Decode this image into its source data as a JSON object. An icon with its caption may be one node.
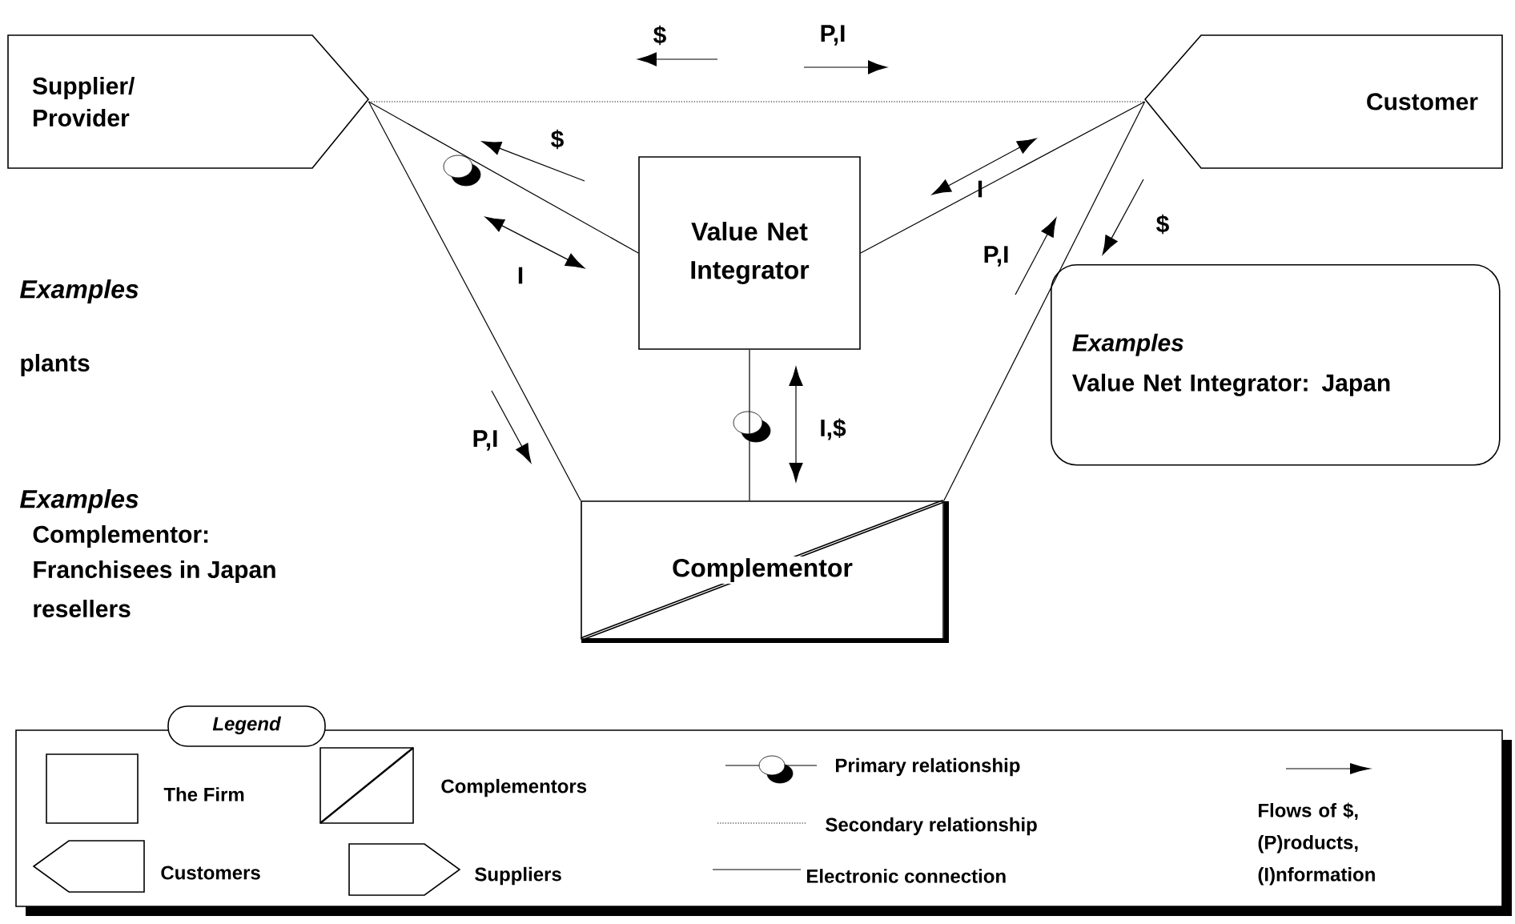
{
  "diagram": {
    "nodes": [
      {
        "text": [
          "Supplier/ Provider"
        ]
      },
      {
        "text": [
          "Customer"
        ]
      },
      {
        "text": [
          "Value Net Integrator"
        ]
      },
      {
        "text": [
          "Complementor"
        ]
      },
      {
        "text": [
          "Examples",
          "Value Net Integrator: Japan"
        ]
      }
    ],
    "edges": [
      {
        "from": 0,
        "to": 1,
        "arrow": "none",
        "style": "dashed"
      },
      {
        "from": 0,
        "to": 2,
        "arrow": "none"
      },
      {
        "from": 0,
        "to": 3,
        "arrow": "none"
      },
      {
        "from": 1,
        "to": 2,
        "arrow": "none"
      },
      {
        "from": 1,
        "to": 3,
        "arrow": "none"
      },
      {
        "from": 2,
        "to": 3,
        "arrow": "none"
      }
    ],
    "labels": [
      "$",
      "P,I",
      "$",
      "I",
      "$",
      "P,I",
      "I",
      "Examples",
      "plants",
      "P,I",
      "I,$",
      "Examples",
      "Complementor:",
      "Franchisees in Japan",
      "resellers",
      "Legend"
    ],
    "legend": [
      {
        "text": "The Firm"
      },
      {
        "text": "Complementors"
      },
      {
        "text": "Customers"
      },
      {
        "text": "Suppliers"
      },
      {
        "text": "Primary relationship"
      },
      {
        "text": "Secondary relationship"
      },
      {
        "text": "Electronic connection"
      },
      {
        "text": "Flows of $, (P)roducts, (I)nformation"
      }
    ]
  }
}
